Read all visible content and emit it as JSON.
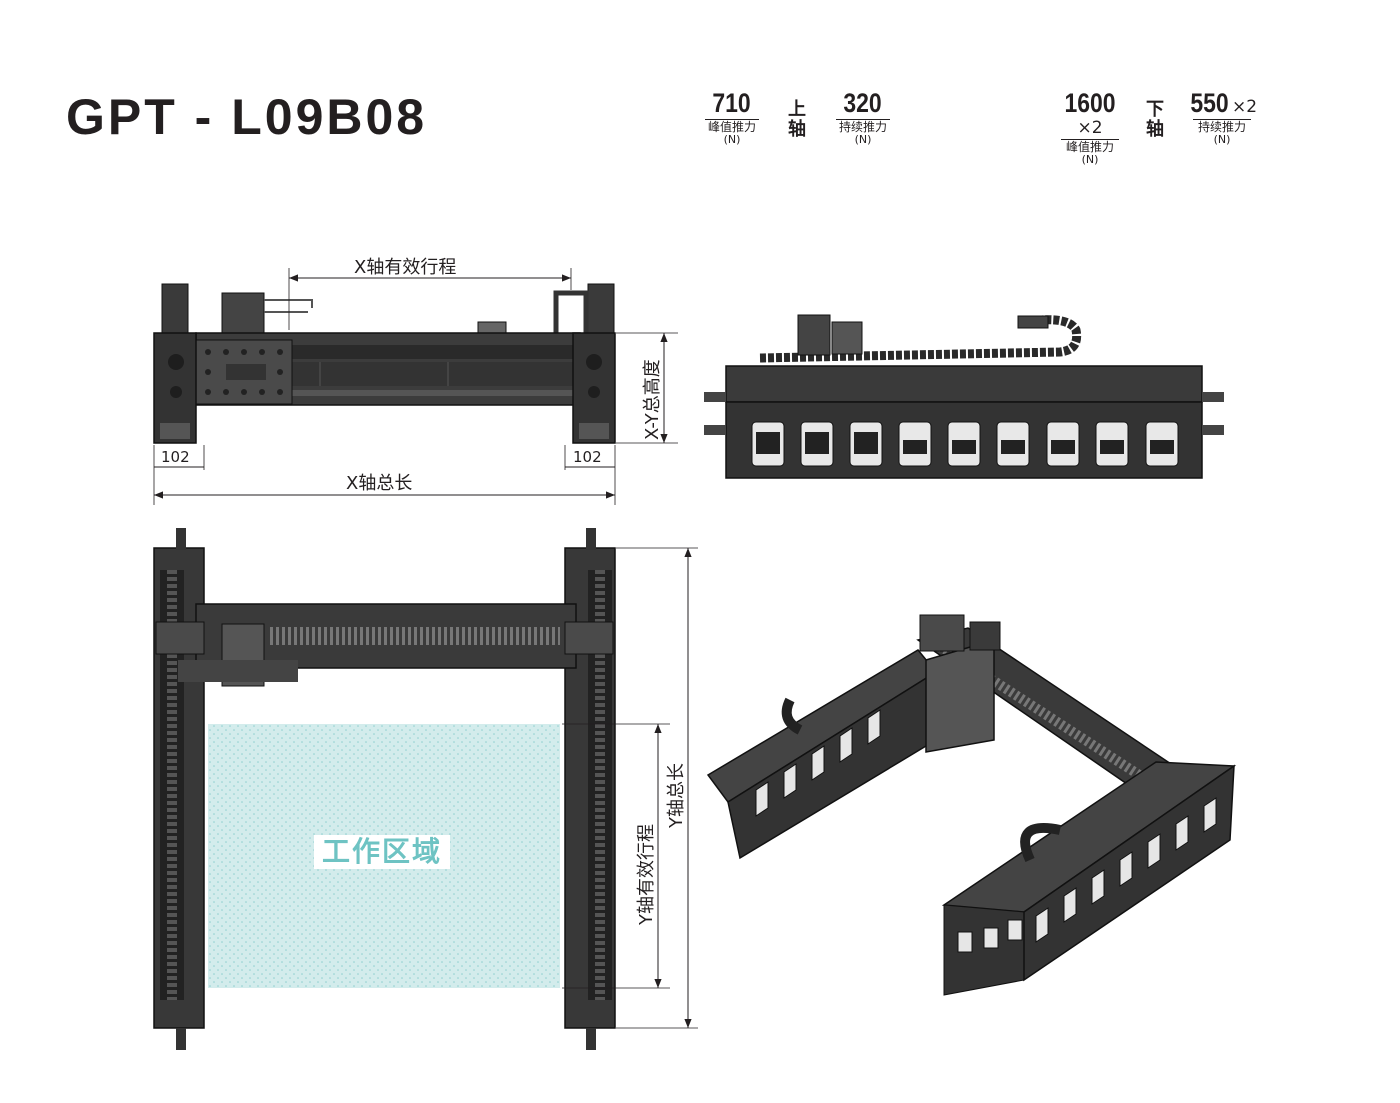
{
  "title": "GPT - L09B08",
  "upper_axis": {
    "label": "上\n轴",
    "peak": {
      "value": "710",
      "mult": "",
      "label": "峰值推力",
      "unit": "(N)"
    },
    "cont": {
      "value": "320",
      "mult": "",
      "label": "持续推力",
      "unit": "(N)"
    }
  },
  "lower_axis": {
    "label": "下\n轴",
    "peak": {
      "value": "1600",
      "mult": "×2",
      "label": "峰值推力",
      "unit": "(N)"
    },
    "cont": {
      "value": "550",
      "mult": "×2",
      "label": "持续推力",
      "unit": "(N)"
    }
  },
  "dimensions": {
    "x_stroke": "X轴有效行程",
    "xy_height": "X-Y总高度",
    "x_total": "X轴总长",
    "end_left": "102",
    "end_right": "102",
    "y_stroke": "Y轴有效行程",
    "y_total": "Y轴总长",
    "work_area": "工作区域"
  }
}
